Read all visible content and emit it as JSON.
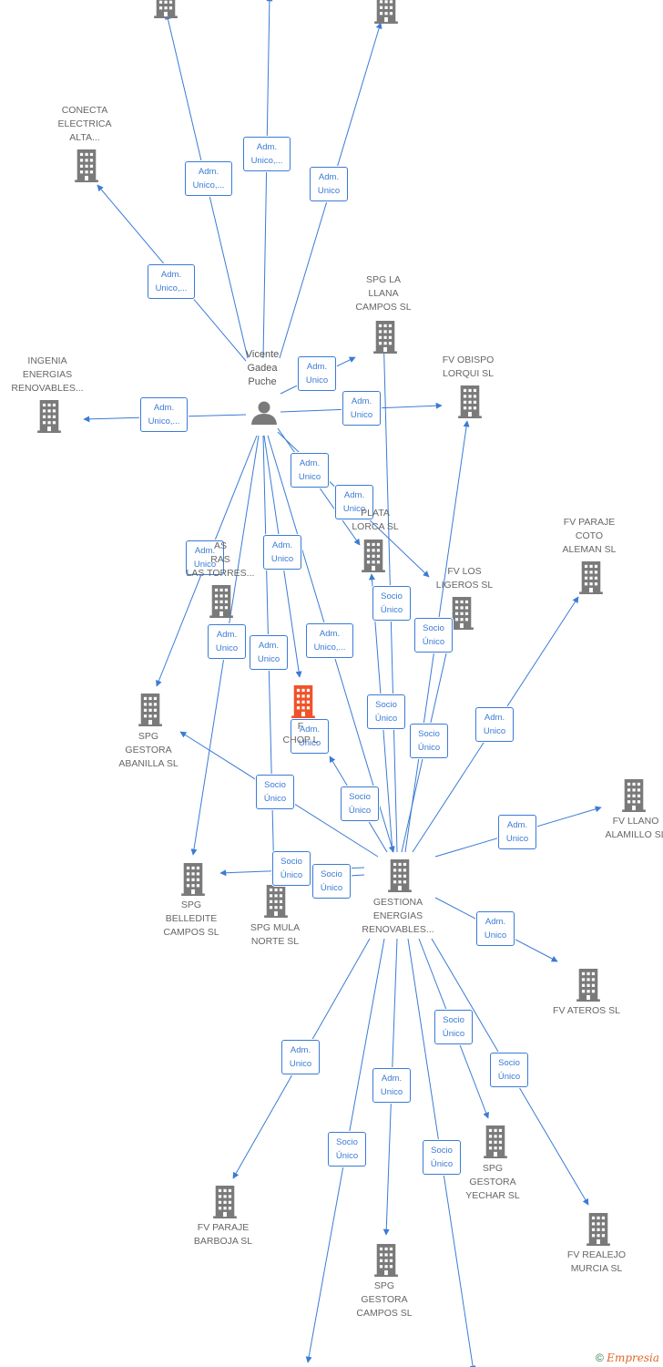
{
  "colors": {
    "edge": "#3a7bd5",
    "building": "#7a7a7a",
    "highlight": "#f0532a",
    "label": "#666666"
  },
  "person": {
    "id": "vicente",
    "label": "Vicente\nGadea\nPuche",
    "icon": "person-icon"
  },
  "nodes": [
    {
      "id": "top-left",
      "label": ""
    },
    {
      "id": "top-right",
      "label": ""
    },
    {
      "id": "conecta",
      "label": "CONECTA\nELECTRICA\nALTA..."
    },
    {
      "id": "spg-llana",
      "label": "SPG LA\nLLANA\nCAMPOS SL"
    },
    {
      "id": "ingenia",
      "label": "INGENIA\nENERGIAS\nRENOVABLES..."
    },
    {
      "id": "fv-obispo",
      "label": "FV OBISPO\nLORQUI SL"
    },
    {
      "id": "plata-lorca",
      "label": "PLATA\nLORCA SL"
    },
    {
      "id": "las-torres",
      "label": "AS\nRAS\nLAS TORRES..."
    },
    {
      "id": "fv-ligeros",
      "label": "FV LOS\nLIGEROS SL"
    },
    {
      "id": "fv-coto",
      "label": "FV PARAJE\nCOTO\nALEMAN SL"
    },
    {
      "id": "spg-abanilla",
      "label": "SPG\nGESTORA\nABANILLA SL"
    },
    {
      "id": "fv-chop",
      "label": "F\nCHOP     L"
    },
    {
      "id": "fv-llano",
      "label": "FV LLANO\nALAMILLO SL"
    },
    {
      "id": "gestiona",
      "label": "GESTIONA\nENERGIAS\nRENOVABLES..."
    },
    {
      "id": "spg-belledite",
      "label": "SPG\nBELLEDITE\nCAMPOS SL"
    },
    {
      "id": "spg-mula",
      "label": "SPG MULA\nNORTE SL"
    },
    {
      "id": "fv-ateros",
      "label": "FV ATEROS SL"
    },
    {
      "id": "spg-yechar",
      "label": "SPG\nGESTORA\nYECHAR SL"
    },
    {
      "id": "fv-barboja",
      "label": "FV PARAJE\nBARBOJA SL"
    },
    {
      "id": "fv-realejo",
      "label": "FV REALEJO\nMURCIA SL"
    },
    {
      "id": "spg-campos",
      "label": "SPG\nGESTORA\nCAMPOS SL"
    }
  ],
  "edges": [
    {
      "from": "vicente",
      "to": "top-left",
      "label": "Adm.\nUnico,..."
    },
    {
      "from": "vicente",
      "to": "top-middle",
      "label": "Adm.\nUnico,..."
    },
    {
      "from": "vicente",
      "to": "top-right",
      "label": "Adm.\nUnico"
    },
    {
      "from": "vicente",
      "to": "conecta",
      "label": "Adm.\nUnico,..."
    },
    {
      "from": "vicente",
      "to": "spg-llana",
      "label": "Adm.\nUnico"
    },
    {
      "from": "vicente",
      "to": "ingenia",
      "label": "Adm.\nUnico,..."
    },
    {
      "from": "vicente",
      "to": "fv-obispo",
      "label": "Adm.\nUnico"
    },
    {
      "from": "vicente",
      "to": "plata-lorca",
      "label": "Adm.\nUnico"
    },
    {
      "from": "vicente",
      "to": "fv-ligeros",
      "label": "Adm.\nUnico"
    },
    {
      "from": "vicente",
      "to": "spg-abanilla",
      "label": "Adm.\nUnico"
    },
    {
      "from": "vicente",
      "to": "fv-chop",
      "label": "Adm.\nUnico"
    },
    {
      "from": "vicente",
      "to": "spg-belledite",
      "label": "Adm.\nUnico"
    },
    {
      "from": "vicente",
      "to": "spg-mula",
      "label": "Adm.\nUnico"
    },
    {
      "from": "vicente",
      "to": "gestiona",
      "label": "Adm.\nUnico,..."
    },
    {
      "from": "vicente",
      "to": "las-torres",
      "label": "Adm.\nUnico"
    },
    {
      "from": "gestiona",
      "to": "plata-lorca",
      "label": "Socio\nÚnico"
    },
    {
      "from": "gestiona",
      "to": "spg-llana",
      "label": "Socio\nÚnico"
    },
    {
      "from": "gestiona",
      "to": "fv-ligeros",
      "label": "Socio\nÚnico"
    },
    {
      "from": "gestiona",
      "to": "fv-obispo",
      "label": "Socio\nÚnico"
    },
    {
      "from": "gestiona",
      "to": "fv-coto",
      "label": "Adm.\nUnico"
    },
    {
      "from": "gestiona",
      "to": "fv-chop",
      "label": "Socio\nÚnico"
    },
    {
      "from": "gestiona",
      "to": "spg-abanilla",
      "label": "Socio\nÚnico"
    },
    {
      "from": "gestiona",
      "to": "fv-llano",
      "label": "Adm.\nUnico"
    },
    {
      "from": "gestiona",
      "to": "spg-belledite",
      "label": "Socio\nÚnico"
    },
    {
      "from": "gestiona",
      "to": "spg-mula",
      "label": "Socio\nÚnico"
    },
    {
      "from": "gestiona",
      "to": "fv-ateros",
      "label": "Adm.\nUnico"
    },
    {
      "from": "gestiona",
      "to": "spg-yechar",
      "label": "Socio\nÚnico"
    },
    {
      "from": "gestiona",
      "to": "fv-realejo",
      "label": "Socio\nÚnico"
    },
    {
      "from": "gestiona",
      "to": "fv-barboja",
      "label": "Adm.\nUnico"
    },
    {
      "from": "gestiona",
      "to": "spg-campos",
      "label": "Adm.\nUnico"
    },
    {
      "from": "gestiona",
      "to": "bottom-left",
      "label": "Socio\nÚnico"
    },
    {
      "from": "gestiona",
      "to": "bottom-right",
      "label": "Socio\nÚnico"
    }
  ],
  "brand": {
    "copyright": "©",
    "name_part1": "E",
    "name_part2": "mpresia"
  }
}
